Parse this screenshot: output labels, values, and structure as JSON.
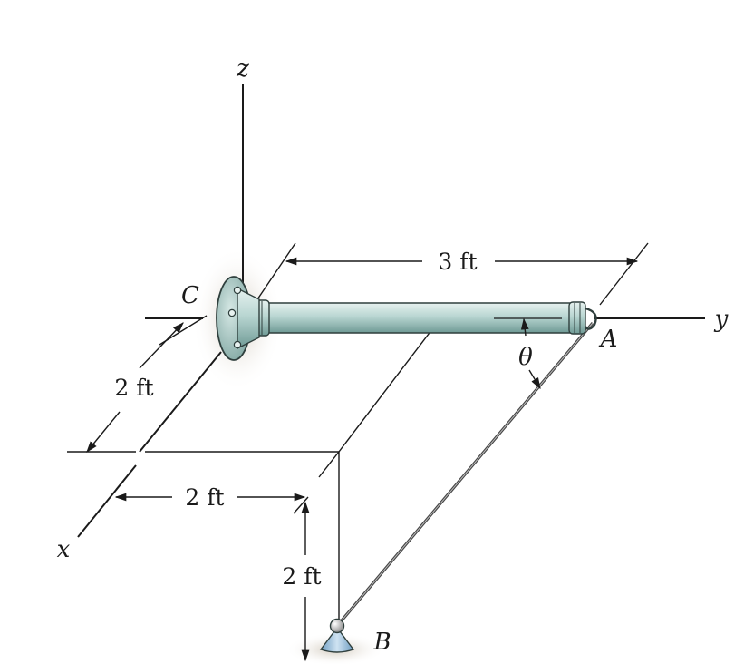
{
  "labels": {
    "axis_z": "z",
    "axis_y": "y",
    "axis_x": "x",
    "point_c": "C",
    "point_a": "A",
    "point_b": "B",
    "angle": "θ"
  },
  "dimensions": {
    "rod_length": "3 ft",
    "x_offset": "2 ft",
    "y_offset": "2 ft",
    "z_drop": "2 ft"
  },
  "colors": {
    "rod": "#b9d6d2",
    "rod_dark": "#6f9a95",
    "flange": "#a9c9c4",
    "support": "#9fc3de",
    "wall_shadow": "#d9d2c7"
  }
}
